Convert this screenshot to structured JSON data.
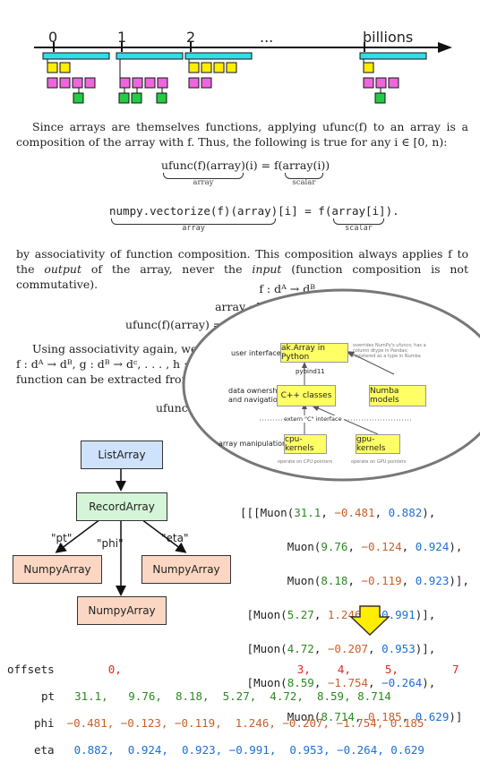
{
  "timeline": {
    "labels": [
      "0",
      "1",
      "2",
      "...",
      "billions"
    ]
  },
  "paragraph1": "Since arrays are themselves functions, applying ufunc(f) to an array is a composition of the array with f. Thus, the following is true for any i ∈ [0, n):",
  "eq1": {
    "lhs_top": "ufunc(f)(array)",
    "lhs_label": "array",
    "mid": "(i) = f(",
    "rhs_top": "array(i)",
    "rhs_label": "scalar",
    "end": ")"
  },
  "eq2": {
    "lhs_top": "numpy.vectorize(f)(array)",
    "lhs_label": "array",
    "mid": "[i] = f(",
    "rhs_top": "array[i]",
    "rhs_label": "scalar",
    "end": ")."
  },
  "paragraph2_a": "by associativity of function composition. This composition always applies f to the ",
  "paragraph2_output": "output",
  "paragraph2_b": " of the array, never the ",
  "paragraph2_input": "input",
  "paragraph2_c": " (function composition is not commutative).",
  "eq3": {
    "line1": "f : dᴬ → dᴮ",
    "line2": "array : [0, n) → dᴬ",
    "line3": "ufunc(f)(array) = f ∘ array : [0, n) → dᴮ."
  },
  "paragraph3_line1": "Using associativity again, we shoul",
  "paragraph3_line2": "f : dᴬ → dᴮ, g : dᴮ → dᶜ, . . . , h : d",
  "paragraph3_line3": "function can be extracted from a u",
  "eq4_partial": "ufunc(f",
  "arch_diagram": {
    "row_labels": [
      "user interface",
      "data ownership and navigation",
      "array manipulation"
    ],
    "top_box": "ak.Array in Python",
    "top_note": "overrides NumPy's ufuncs; has a column dtype in Pandas; registered as a type in Numba",
    "binding": "pybind11",
    "cpp_box": "C++ classes",
    "numba_box": "Numba models",
    "extern": "extern \"C\" interface",
    "cpu_box": "cpu-kernels",
    "gpu_box": "gpu-kernels",
    "cpu_note": "operate on CPU pointers",
    "gpu_note": "operate on GPU pointers"
  },
  "tree": {
    "root": "ListArray",
    "record": "RecordArray",
    "left": "NumpyArray",
    "middle": "NumpyArray",
    "right": "NumpyArray",
    "edge_pt": "\"pt\"",
    "edge_phi": "\"phi\"",
    "edge_eta": "\"eta\""
  },
  "muons": {
    "open": "[[",
    "word": "Muon",
    "rows": [
      [
        "31.1",
        "−0.481",
        "0.882"
      ],
      [
        "9.76",
        "−0.124",
        "0.924"
      ],
      [
        "8.18",
        "−0.119",
        "0.923"
      ],
      [
        "5.27",
        "1.246",
        "−0.991"
      ],
      [
        "4.72",
        "−0.207",
        "0.953"
      ],
      [
        "8.59",
        "−1.754",
        "−0.264"
      ],
      [
        "8.714",
        "0.185",
        "0.629"
      ]
    ]
  },
  "columns": {
    "offsets_label": "offsets",
    "offsets": [
      "0,",
      "3,",
      "4,",
      "5,",
      "7"
    ],
    "pt_label": "pt",
    "pt": "31.1,   9.76,  8.18,  5.27,  4.72,  8.59, 8.714",
    "phi_label": "phi",
    "phi": "−0.481, −0.123, −0.119,  1.246, −0.207, −1.754, 0.185",
    "eta_label": "eta",
    "eta": "0.882,  0.924,  0.923, −0.991,  0.953, −0.264, 0.629"
  },
  "colors": {
    "cyan": "#33dde8",
    "yellow": "#ffee00",
    "magenta": "#ee66dd",
    "green": "#22cc44",
    "listarray": "#cfe2fb",
    "recordarray": "#d4f5d7",
    "numpyarray": "#fbd7c3",
    "arrow": "#ffee00"
  }
}
